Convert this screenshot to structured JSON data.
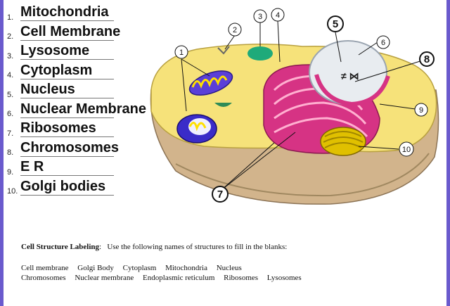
{
  "answers": [
    {
      "num": "1.",
      "text": "Mitochondria"
    },
    {
      "num": "2.",
      "text": "Cell Membrane"
    },
    {
      "num": "3.",
      "text": "Lysosome"
    },
    {
      "num": "4.",
      "text": "Cytoplasm"
    },
    {
      "num": "5.",
      "text": "Nucleus"
    },
    {
      "num": "6.",
      "text": "Nuclear Membrane"
    },
    {
      "num": "7.",
      "text": "Ribosomes"
    },
    {
      "num": "8.",
      "text": "Chromosomes"
    },
    {
      "num": "9.",
      "text": "E R"
    },
    {
      "num": "10.",
      "text": "Golgi bodies"
    }
  ],
  "diagram_labels": [
    "1",
    "2",
    "3",
    "4",
    "5",
    "6",
    "7",
    "8",
    "9",
    "10"
  ],
  "instructions": {
    "title": "Cell Structure Labeling",
    "text": "Use the following names of structures to fill in the blanks:"
  },
  "word_bank": {
    "row1": [
      "Cell membrane",
      "Golgi Body",
      "Cytoplasm",
      "Mitochondria",
      "Nucleus"
    ],
    "row2": [
      "Chromosomes",
      "Nuclear membrane",
      "Endoplasmic reticulum",
      "Ribosomes",
      "Lysosomes"
    ]
  },
  "colors": {
    "edge": "#6a5acd",
    "cytoplasm": "#f6e27a",
    "cell_base": "#d2b48c",
    "nucleus": "#e8ecf0",
    "er": "#d63384",
    "lysosome": "#1faa7a",
    "golgi": "#e0c000"
  }
}
